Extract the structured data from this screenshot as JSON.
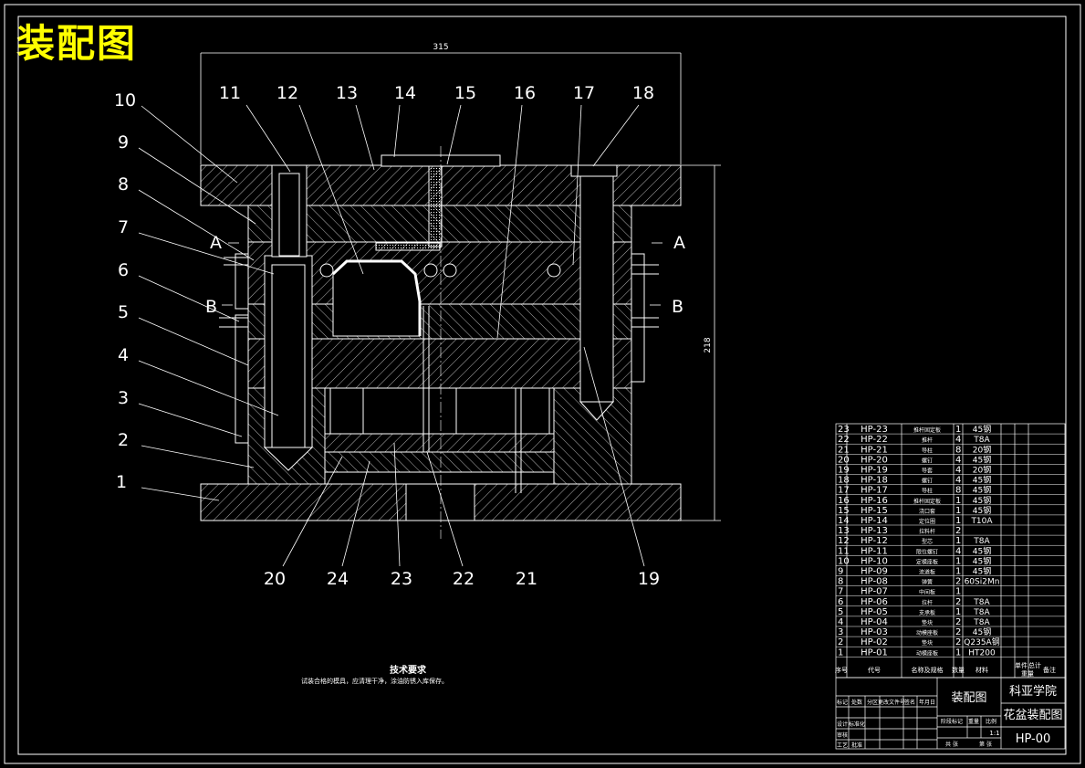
{
  "title": "装配图",
  "dimensions": {
    "width": "315",
    "height": "218"
  },
  "section_marks": {
    "a": "A",
    "b": "B"
  },
  "callouts_top": [
    "10",
    "9",
    "8",
    "7",
    "6",
    "5",
    "4",
    "3",
    "2",
    "1"
  ],
  "callouts_upper": [
    "11",
    "12",
    "13",
    "14",
    "15",
    "16",
    "17",
    "18"
  ],
  "callouts_bottom": [
    "20",
    "24",
    "23",
    "22",
    "21",
    "19"
  ],
  "tech_requirements": {
    "heading": "技术要求",
    "text": "试装合格的模具，应清理干净，涂油防锈入库保存。"
  },
  "parts_list": [
    {
      "no": "23",
      "code": "HP-23",
      "name": "推杆固定板",
      "qty": "1",
      "material": "45钢"
    },
    {
      "no": "22",
      "code": "HP-22",
      "name": "推杆",
      "qty": "4",
      "material": "T8A"
    },
    {
      "no": "21",
      "code": "HP-21",
      "name": "导柱",
      "qty": "8",
      "material": "20钢"
    },
    {
      "no": "20",
      "code": "HP-20",
      "name": "螺钉",
      "qty": "4",
      "material": "45钢"
    },
    {
      "no": "19",
      "code": "HP-19",
      "name": "导套",
      "qty": "4",
      "material": "20钢"
    },
    {
      "no": "18",
      "code": "HP-18",
      "name": "螺钉",
      "qty": "4",
      "material": "45钢"
    },
    {
      "no": "17",
      "code": "HP-17",
      "name": "导柱",
      "qty": "8",
      "material": "45钢"
    },
    {
      "no": "16",
      "code": "HP-16",
      "name": "推杆固定板",
      "qty": "1",
      "material": "45钢"
    },
    {
      "no": "15",
      "code": "HP-15",
      "name": "浇口套",
      "qty": "1",
      "material": "45钢"
    },
    {
      "no": "14",
      "code": "HP-14",
      "name": "定位圈",
      "qty": "1",
      "material": "T10A"
    },
    {
      "no": "13",
      "code": "HP-13",
      "name": "拉料杆",
      "qty": "2",
      "material": ""
    },
    {
      "no": "12",
      "code": "HP-12",
      "name": "型芯",
      "qty": "1",
      "material": "T8A"
    },
    {
      "no": "11",
      "code": "HP-11",
      "name": "限位螺钉",
      "qty": "4",
      "material": "45钢"
    },
    {
      "no": "10",
      "code": "HP-10",
      "name": "定模座板",
      "qty": "1",
      "material": "45钢"
    },
    {
      "no": "9",
      "code": "HP-09",
      "name": "流道板",
      "qty": "1",
      "material": "45钢"
    },
    {
      "no": "8",
      "code": "HP-08",
      "name": "弹簧",
      "qty": "2",
      "material": "60Si2Mn"
    },
    {
      "no": "7",
      "code": "HP-07",
      "name": "中间板",
      "qty": "1",
      "material": ""
    },
    {
      "no": "6",
      "code": "HP-06",
      "name": "拉杆",
      "qty": "2",
      "material": "T8A"
    },
    {
      "no": "5",
      "code": "HP-05",
      "name": "支承板",
      "qty": "1",
      "material": "T8A"
    },
    {
      "no": "4",
      "code": "HP-04",
      "name": "垫块",
      "qty": "2",
      "material": "T8A"
    },
    {
      "no": "3",
      "code": "HP-03",
      "name": "动模座板",
      "qty": "2",
      "material": "45钢"
    },
    {
      "no": "2",
      "code": "HP-02",
      "name": "垫块",
      "qty": "2",
      "material": "Q235A钢"
    },
    {
      "no": "1",
      "code": "HP-01",
      "name": "动模座板",
      "qty": "1",
      "material": "HT200"
    }
  ],
  "parts_header": {
    "no": "序号",
    "code": "代号",
    "name": "名称及规格",
    "qty": "数量",
    "material": "材料",
    "weight1": "单件",
    "weight2": "总计",
    "weight_group": "重量",
    "note": "备注"
  },
  "title_block": {
    "drawing_name": "装配图",
    "school": "科亚学院",
    "product": "花盆装配图",
    "drawing_no": "HP-00",
    "scale": "1:1",
    "rows": [
      "标记",
      "处数",
      "分区",
      "更改文件号",
      "签名",
      "年月日",
      "设计",
      "标准化",
      "审核",
      "工艺",
      "批准",
      "阶段标记",
      "重量",
      "比例",
      "共 张",
      "第 张"
    ]
  }
}
